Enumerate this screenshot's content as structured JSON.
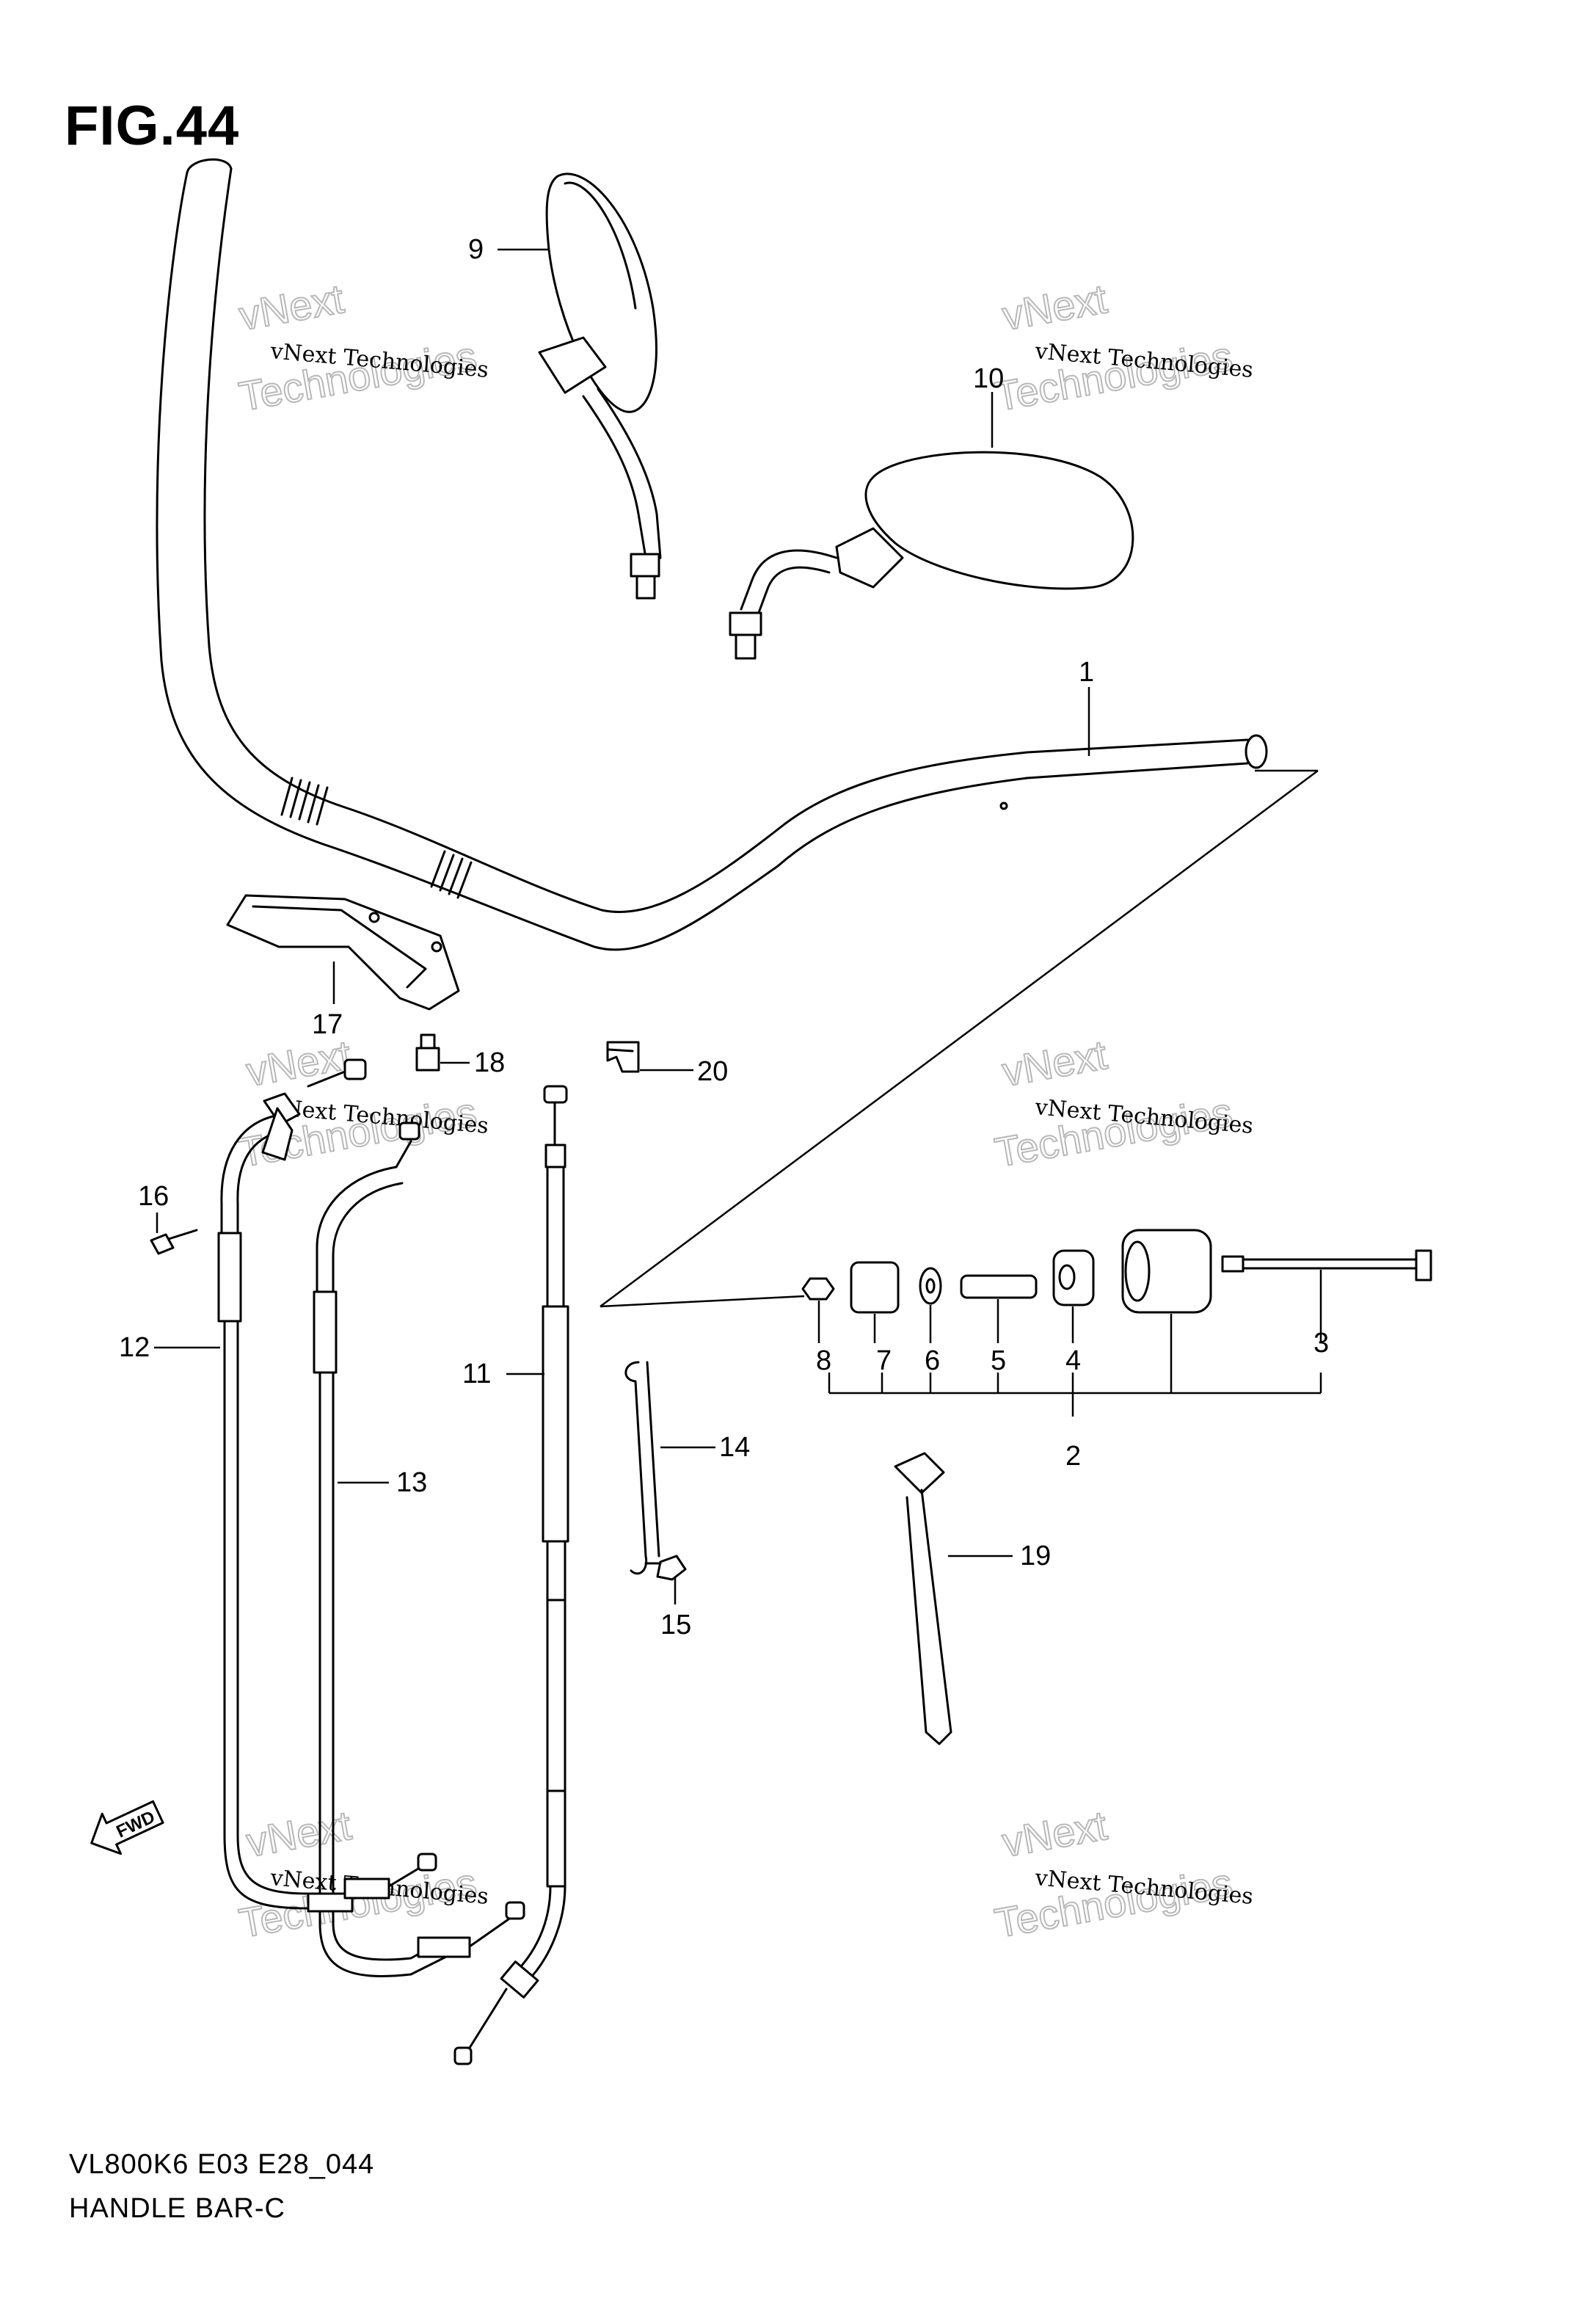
{
  "figure_title": "FIG.44",
  "footer": {
    "code": "VL800K6 E03 E28_044",
    "name": "HANDLE BAR-C"
  },
  "watermark": {
    "small": "vNext Technologies",
    "big_line1": "vNext",
    "big_line2": "Technologies"
  },
  "fwd_badge": "FWD",
  "callouts": [
    "1",
    "2",
    "3",
    "4",
    "5",
    "6",
    "7",
    "8",
    "9",
    "10",
    "11",
    "12",
    "13",
    "14",
    "15",
    "16",
    "17",
    "18",
    "19",
    "20"
  ],
  "colors": {
    "line": "#000000",
    "watermark": "#b8b8b8",
    "background": "#ffffff"
  }
}
